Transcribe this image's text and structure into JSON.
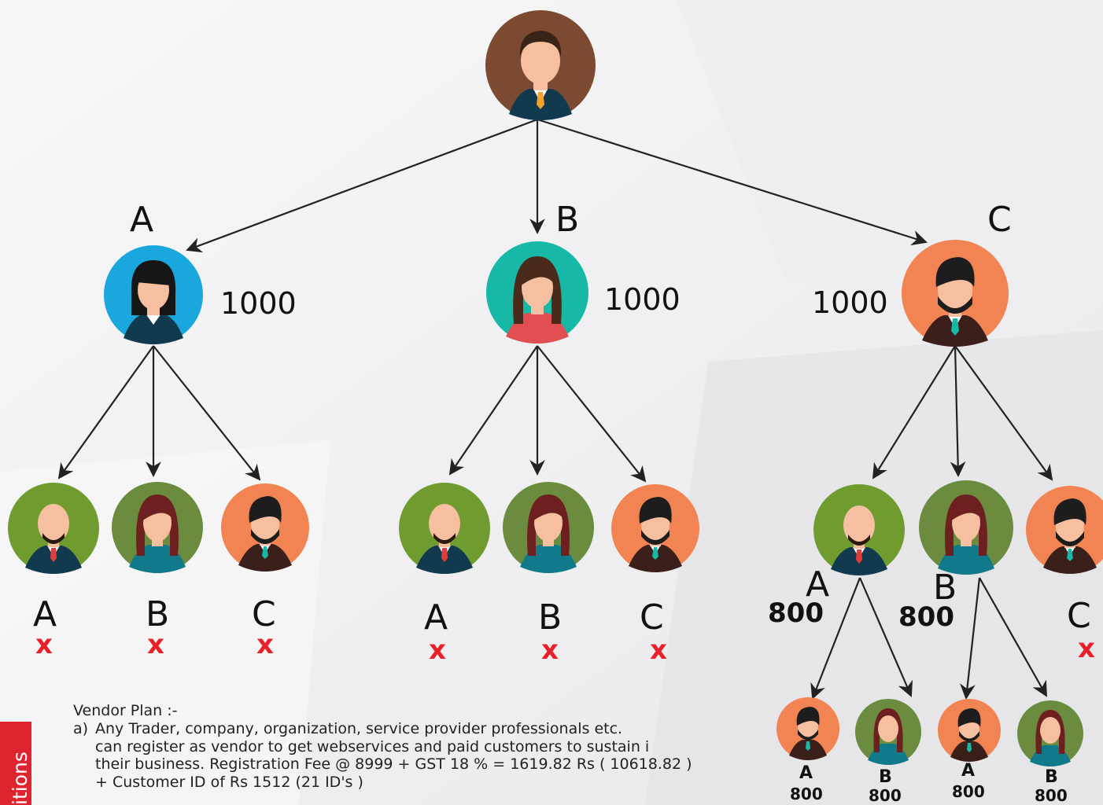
{
  "diagram": {
    "level1": [
      {
        "letter": "A",
        "amount": "1000"
      },
      {
        "letter": "B",
        "amount": "1000"
      },
      {
        "letter": "C",
        "amount": "1000"
      }
    ],
    "level2": {
      "left": [
        {
          "letter": "A",
          "mark": "x"
        },
        {
          "letter": "B",
          "mark": "x"
        },
        {
          "letter": "C",
          "mark": "x"
        }
      ],
      "middle": [
        {
          "letter": "A",
          "mark": "x"
        },
        {
          "letter": "B",
          "mark": "x"
        },
        {
          "letter": "C",
          "mark": "x"
        }
      ],
      "right": [
        {
          "letter": "A",
          "amount": "800"
        },
        {
          "letter": "B",
          "amount": "800"
        },
        {
          "letter": "C",
          "mark": "x"
        }
      ]
    },
    "level3": [
      {
        "letter": "A",
        "amount": "800"
      },
      {
        "letter": "B",
        "amount": "800"
      },
      {
        "letter": "A",
        "amount": "800"
      },
      {
        "letter": "B",
        "amount": "800"
      }
    ]
  },
  "plan": {
    "title": "Vendor Plan :-",
    "point_a_mark": "a)",
    "point_a_line1": "Any Trader, company, organization, service  provider professionals etc.",
    "point_a_line2": "can register as vendor to get webservices and paid customers  to sustain i",
    "point_a_line3": "their business. Registration Fee @ 8999 + GST 18 % = 1619.82 Rs ( 10618.82 )",
    "point_a_line4": "+ Customer ID of Rs 1512 (21 ID's )"
  },
  "side_tab": "itions",
  "colors": {
    "blue": "#1aa7de",
    "teal": "#17b9a6",
    "orange": "#f28352",
    "green": "#6f9b2f",
    "olive": "#6b8b3f",
    "brown": "#7b4a30",
    "red_accent": "#e8202a"
  }
}
